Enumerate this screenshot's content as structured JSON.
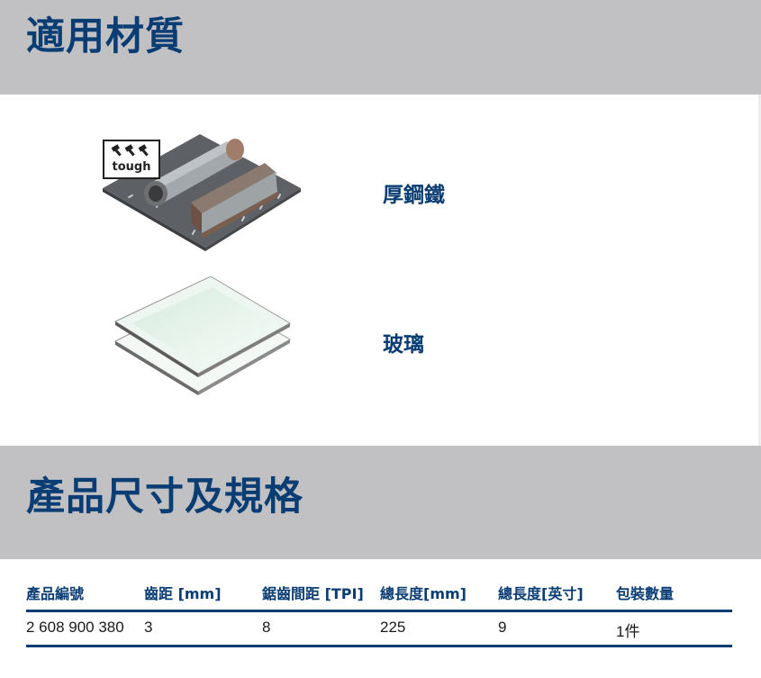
{
  "sections": {
    "materials_title": "適用材質",
    "specs_title": "產品尺寸及規格"
  },
  "materials": [
    {
      "label": "厚鋼鐵",
      "icon": "thick-steel-image",
      "badge": {
        "text": "tough",
        "icon": "hammer-icon",
        "count": 3
      }
    },
    {
      "label": "玻璃",
      "icon": "glass-sheets-image"
    }
  ],
  "colors": {
    "brand_blue": "#0a3d73",
    "band_gray": "#c1c1c3"
  },
  "specs": {
    "headers": [
      "產品編號",
      "齒距 [mm]",
      "鋸齒間距 [TPI]",
      "總長度[mm]",
      "總長度[英寸]",
      "包裝數量"
    ],
    "rows": [
      [
        "2 608 900 380",
        "3",
        "8",
        "225",
        "9",
        "1件"
      ]
    ]
  }
}
